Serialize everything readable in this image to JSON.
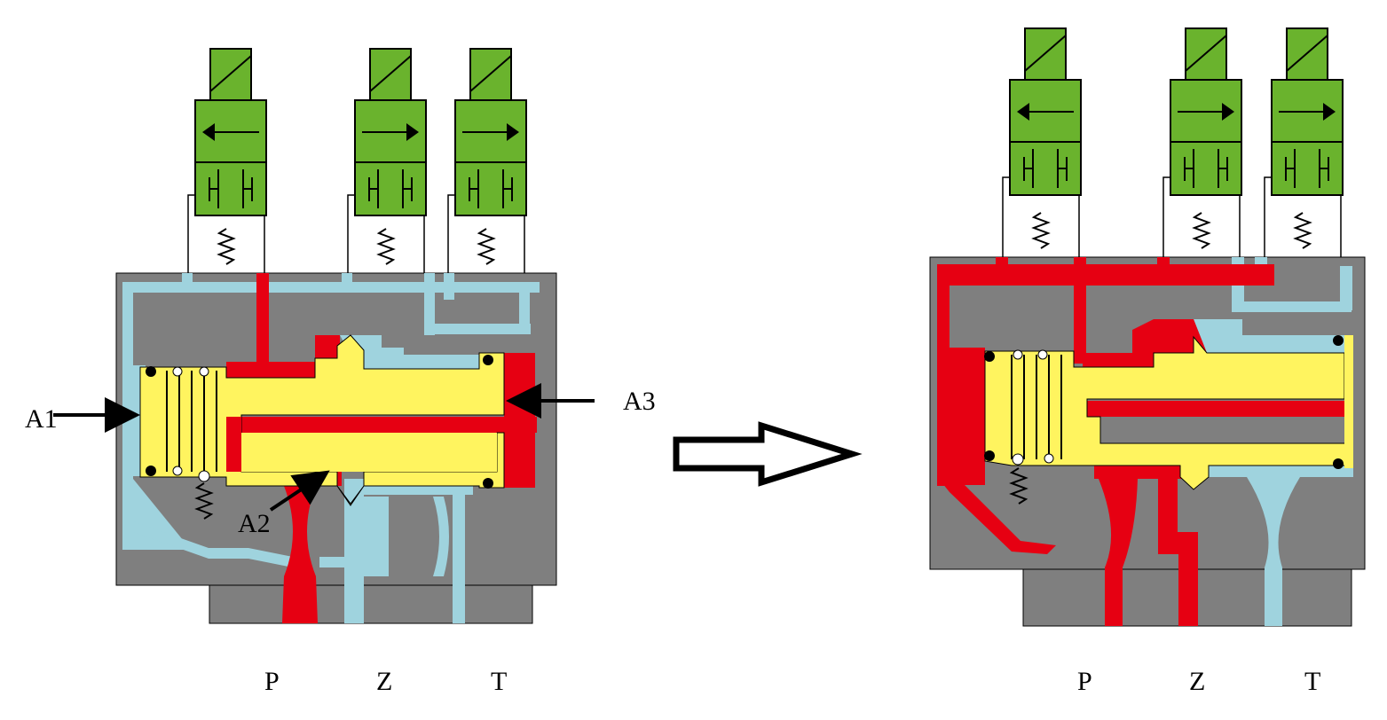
{
  "colors": {
    "body": "#7f7f7f",
    "pressure": "#e60012",
    "return": "#9fd3de",
    "spool": "#fff45f",
    "solenoid": "#6ab32d",
    "outline": "#000000"
  },
  "icons": {
    "solenoid": "solenoid-valve-icon",
    "spring": "spring-icon",
    "transition": "hollow-right-arrow-icon"
  },
  "left_valve": {
    "labels": {
      "a1": "A1",
      "a2": "A2",
      "a3": "A3"
    },
    "ports": {
      "p": "P",
      "z": "Z",
      "t": "T"
    }
  },
  "right_valve": {
    "ports": {
      "p": "P",
      "z": "Z",
      "t": "T"
    }
  }
}
